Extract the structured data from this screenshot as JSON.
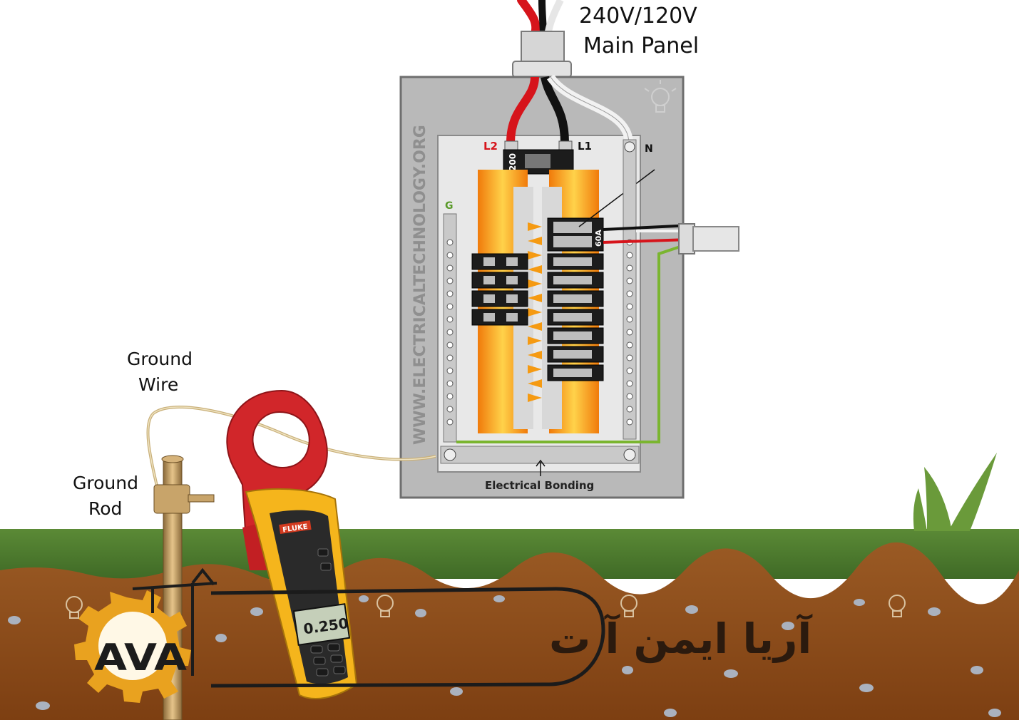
{
  "panel": {
    "title_line1": "240V/120V",
    "title_line2": "Main Panel",
    "watermark": "WWW.ELECTRICALTECHNOLOGY.ORG",
    "label_l2": "L2",
    "label_l1": "L1",
    "label_n": "N",
    "label_g": "G",
    "main_breaker_rating": "200",
    "branch_breaker_rating": "60A",
    "bonding_label": "Electrical Bonding"
  },
  "ground": {
    "wire_label_line1": "Ground",
    "wire_label_line2": "Wire",
    "rod_label_line1": "Ground",
    "rod_label_line2": "Rod"
  },
  "meter": {
    "brand": "FLUKE",
    "display_value": "0.250"
  },
  "logo": {
    "text": "آریا ایمن آ  ت",
    "monogram": "AVA"
  },
  "colors": {
    "line_hot_red": "#d6141b",
    "line_hot_black": "#111111",
    "neutral_white": "#f2f2f2",
    "ground_green": "#7ab52f",
    "bus_orange": "#f59a12",
    "grass": "#4f7d31",
    "soil": "#8b4a17",
    "meter_yellow": "#f5b51c",
    "clamp_red": "#d1262a",
    "logo_gold": "#e9a21f"
  }
}
